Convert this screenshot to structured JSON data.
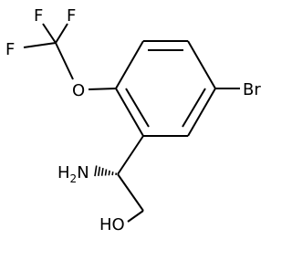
{
  "molecule": {
    "atom_labels": {
      "f_top_left": "F",
      "f_top_right": "F",
      "f_left": "F",
      "o_ether": "O",
      "br": "Br",
      "n_amine": "H",
      "n_amine_sub": "2",
      "n_amine_n": "N",
      "hydroxyl": "HO"
    },
    "stereo": {
      "amine_wedge": "hashed"
    },
    "colors": {
      "ink": "#000000",
      "background": "#ffffff"
    }
  }
}
